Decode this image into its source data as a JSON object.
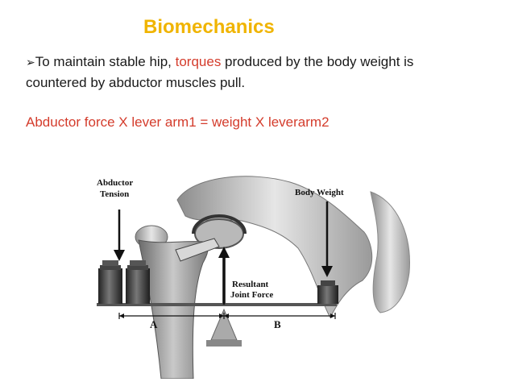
{
  "slide": {
    "title": "Biomechanics",
    "bullet_icon": "right-arrow-bullet-icon",
    "paragraph": {
      "prefix": "To maintain stable hip, ",
      "highlight": "torques",
      "line1_rest": " produced by the  body weight  is",
      "line2": "countered by  abductor muscles pull."
    },
    "formula": "Abductor force  X  lever arm1  = weight  X  leverarm2"
  },
  "figure": {
    "labels": {
      "abductor_line1": "Abductor",
      "abductor_line2": "Tension",
      "body_weight": "Body Weight",
      "resultant_line1": "Resultant",
      "resultant_line2": "Joint Force",
      "segment_a": "A",
      "segment_b": "B"
    }
  },
  "colors": {
    "title": "#f0b400",
    "highlight": "#d43c2c",
    "text": "#1a1a1a"
  }
}
